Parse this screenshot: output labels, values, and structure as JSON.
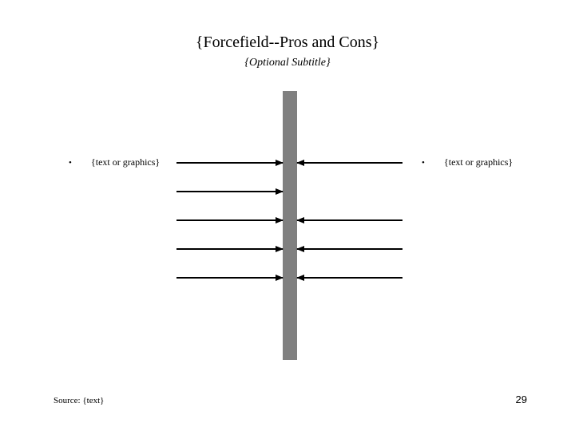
{
  "slide": {
    "title": "{Forcefield--Pros and Cons}",
    "subtitle": "{Optional Subtitle}",
    "source": "Source: {text}",
    "page_number": "29"
  },
  "left": {
    "bullet": "•",
    "text": "{text or graphics}",
    "arrow_count": 5,
    "direction": "right"
  },
  "right": {
    "bullet": "•",
    "text": "{text or graphics}",
    "arrow_count": 4,
    "direction": "left"
  },
  "colors": {
    "bar": "#808080",
    "arrow": "#000000",
    "text": "#000000",
    "background": "#ffffff"
  }
}
